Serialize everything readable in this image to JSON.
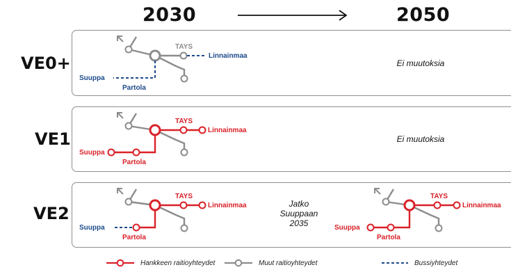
{
  "header": {
    "year_start": "2030",
    "year_end": "2050"
  },
  "colors": {
    "project_tram": "#d92128",
    "other_tram": "#8c8c8c",
    "bus": "#1c4a8a"
  },
  "rows": [
    {
      "label": "VE0+",
      "map": {
        "stop_tays": "TAYS",
        "stop_linnainmaa": "Linnainmaa",
        "stop_suuppa": "Suuppa",
        "stop_partola": "Partola"
      },
      "note_2050": "Ei muutoksia"
    },
    {
      "label": "VE1",
      "map": {
        "stop_tays": "TAYS",
        "stop_linnainmaa": "Linnainmaa",
        "stop_suuppa": "Suuppa",
        "stop_partola": "Partola"
      },
      "note_2050": "Ei muutoksia"
    },
    {
      "label": "VE2",
      "map": {
        "stop_tays": "TAYS",
        "stop_linnainmaa": "Linnainmaa",
        "stop_suuppa": "Suuppa",
        "stop_partola": "Partola"
      },
      "middle_note": [
        "Jatko",
        "Suuppaan",
        "2035"
      ],
      "map_2050": {
        "stop_tays": "TAYS",
        "stop_linnainmaa": "Linnainmaa",
        "stop_suuppa": "Suuppa",
        "stop_partola": "Partola"
      }
    }
  ],
  "legend": {
    "project_tram": "Hankkeen raitioyhteydet",
    "other_tram": "Muut raitioyhteydet",
    "bus": "Bussiyhteydet"
  }
}
